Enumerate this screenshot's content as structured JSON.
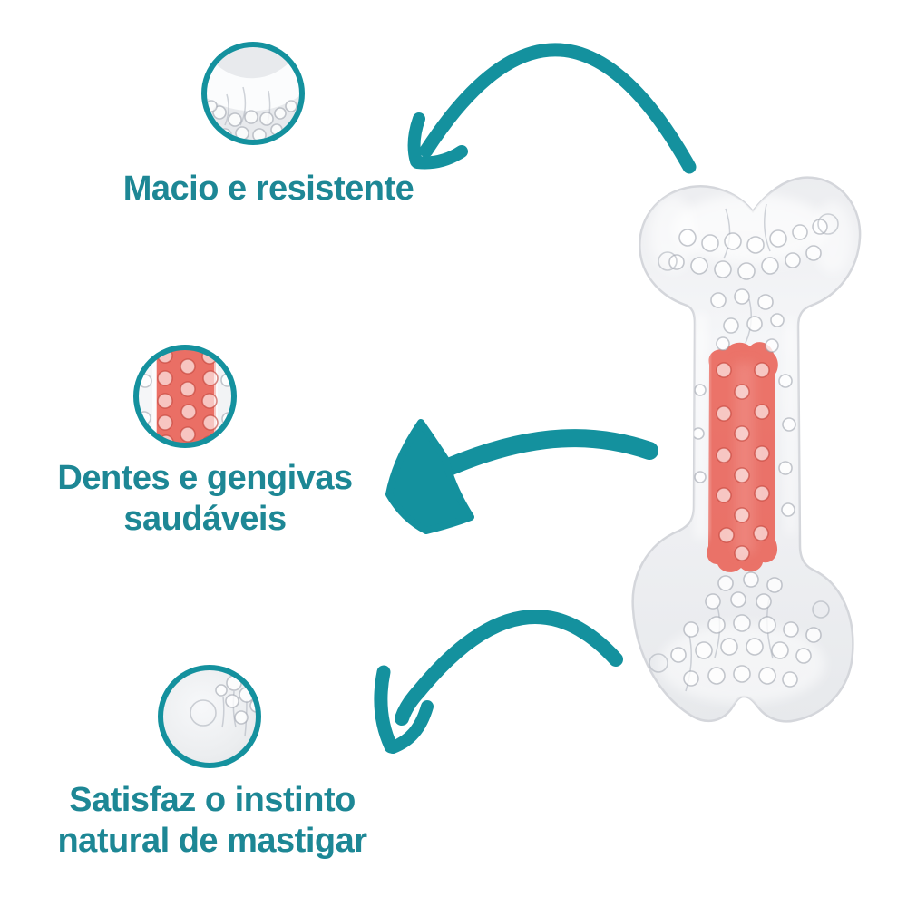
{
  "page": {
    "background": "#ffffff"
  },
  "colors": {
    "accent_teal": "#14919e",
    "text_teal": "#1d8795",
    "insert_red": "#ea685e",
    "bone_gray": "#eef0f2",
    "bone_outline": "#d4d6db"
  },
  "product_image": {
    "name": "transparent-bone-chew-toy",
    "core_color_hex": "#ea685e"
  },
  "features": [
    {
      "id": "soft-durable",
      "label": "Macio e resistente",
      "callout_icon": "zoom-circle-soft-texture",
      "arrow_icon": "curved-arrow"
    },
    {
      "id": "teeth-gums",
      "label": "Dentes e gengivas\nsaudáveis",
      "callout_icon": "zoom-circle-red-core-bumps",
      "arrow_icon": "straight-arrow"
    },
    {
      "id": "chew-instinct",
      "label": "Satisfaz o instinto\nnatural de mastigar",
      "callout_icon": "zoom-circle-smooth-end",
      "arrow_icon": "curved-arrow"
    }
  ]
}
